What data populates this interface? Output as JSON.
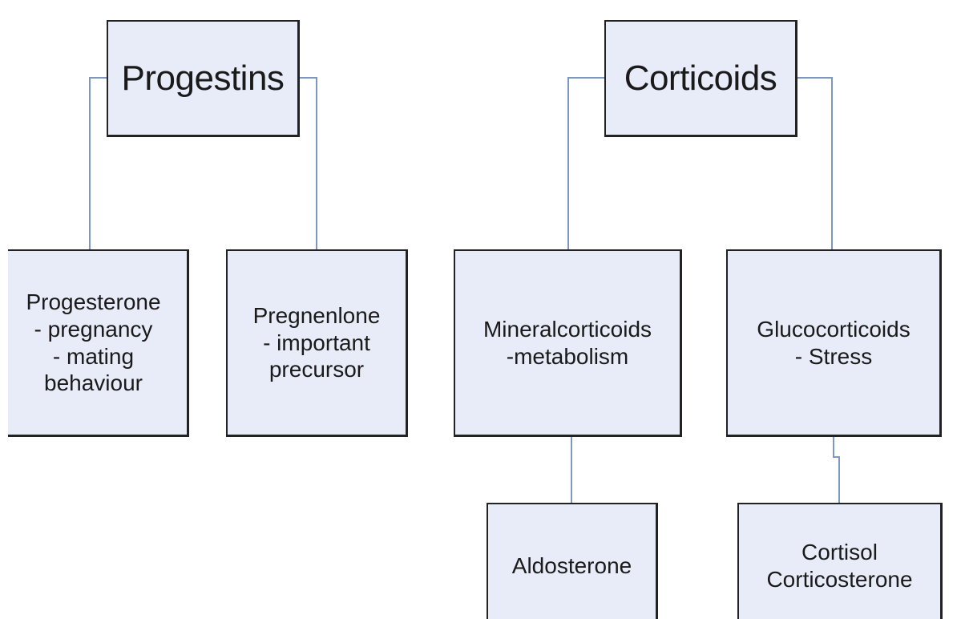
{
  "diagram": {
    "progestins": {
      "title": "Progestins",
      "progesterone": "Progesterone\n- pregnancy\n- mating\nbehaviour",
      "pregnenlone": "Pregnenlone\n- important\nprecursor"
    },
    "corticoids": {
      "title": "Corticoids",
      "mineralcorticoids": "Mineralcorticoids\n-metabolism",
      "glucocorticoids": "Glucocorticoids\n- Stress",
      "aldosterone": "Aldosterone",
      "cortisol": "Cortisol\nCorticosterone"
    }
  },
  "colors": {
    "box_fill": "#e8ecf8",
    "box_border": "#222222",
    "connector": "#7f96bd"
  }
}
